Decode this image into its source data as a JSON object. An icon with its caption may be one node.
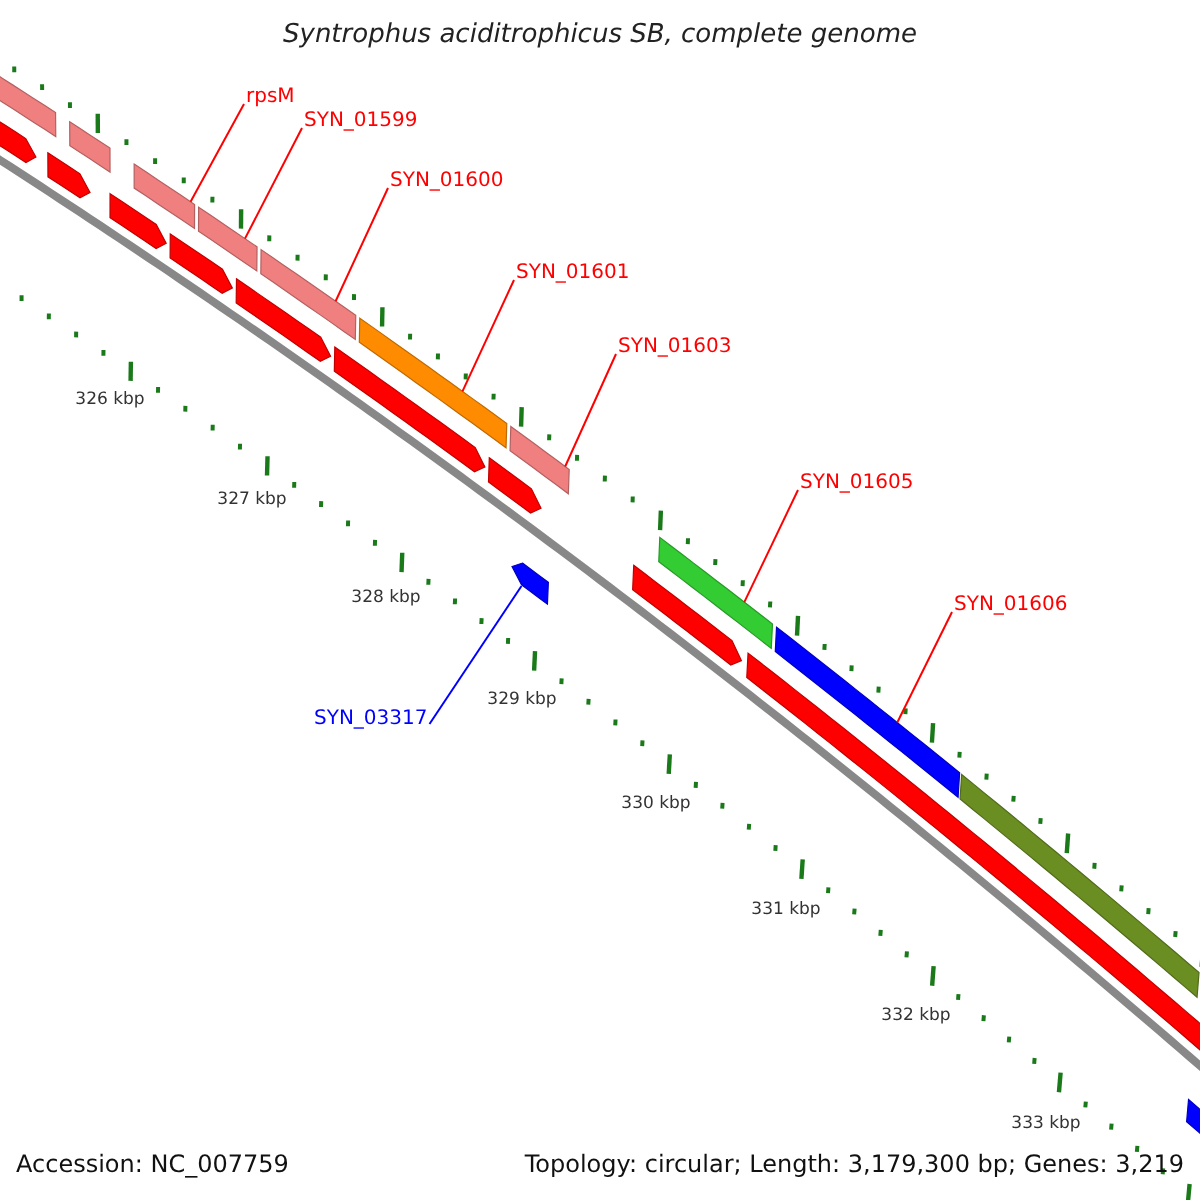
{
  "diagram": {
    "title": "Syntrophus aciditrophicus SB, complete genome",
    "nodes": [
      {
        "text": [
          "rpsM"
        ]
      },
      {
        "text": [],
        "shape": "bar"
      },
      {
        "text": [
          "SYN_01599"
        ]
      },
      {
        "text": [],
        "shape": "bar"
      },
      {
        "text": [
          "SYN_01600"
        ]
      },
      {
        "text": [],
        "shape": "bar"
      },
      {
        "text": [
          "SYN_01601"
        ]
      },
      {
        "text": [],
        "shape": "bar"
      },
      {
        "text": [
          "SYN_01603"
        ]
      },
      {
        "text": [],
        "shape": "bar"
      },
      {
        "text": [
          "SYN_01605"
        ]
      },
      {
        "text": [],
        "shape": "bar"
      },
      {
        "text": [
          "SYN_01606"
        ]
      },
      {
        "text": [],
        "shape": "bar"
      },
      {
        "text": [
          "SYN_03317"
        ]
      },
      {
        "text": [],
        "shape": "pentagon"
      },
      {
        "text": [],
        "shape": "bar"
      },
      {
        "text": [],
        "shape": "bar"
      },
      {
        "text": [],
        "shape": "bar"
      },
      {
        "text": [],
        "shape": "pentagon"
      },
      {
        "text": [],
        "shape": "pentagon"
      },
      {
        "text": [],
        "shape": "pentagon"
      },
      {
        "text": [],
        "shape": "pentagon"
      },
      {
        "text": [],
        "shape": "pentagon"
      },
      {
        "text": [],
        "shape": "pentagon"
      },
      {
        "text": [],
        "shape": "pentagon"
      },
      {
        "text": [],
        "shape": "pentagon"
      },
      {
        "text": [],
        "shape": "pentagon"
      },
      {
        "text": [],
        "shape": "pentagon"
      }
    ],
    "edges": [
      {
        "from": 0,
        "to": 1,
        "arrow": "none"
      },
      {
        "from": 2,
        "to": 3,
        "arrow": "none"
      },
      {
        "from": 4,
        "to": 5,
        "arrow": "none"
      },
      {
        "from": 6,
        "to": 7,
        "arrow": "none"
      },
      {
        "from": 8,
        "to": 9,
        "arrow": "none"
      },
      {
        "from": 10,
        "to": 11,
        "arrow": "none"
      },
      {
        "from": 12,
        "to": 13,
        "arrow": "none"
      },
      {
        "from": 14,
        "to": 15,
        "arrow": "none",
        "color": "#0000ff"
      }
    ],
    "labels": [
      "326 kbp",
      "327 kbp",
      "328 kbp",
      "329 kbp",
      "330 kbp",
      "331 kbp",
      "332 kbp",
      "333 kbp",
      "Accession: NC_007759",
      "Topology: circular; Length: 3,179,300 bp; Genes: 3,219"
    ]
  }
}
